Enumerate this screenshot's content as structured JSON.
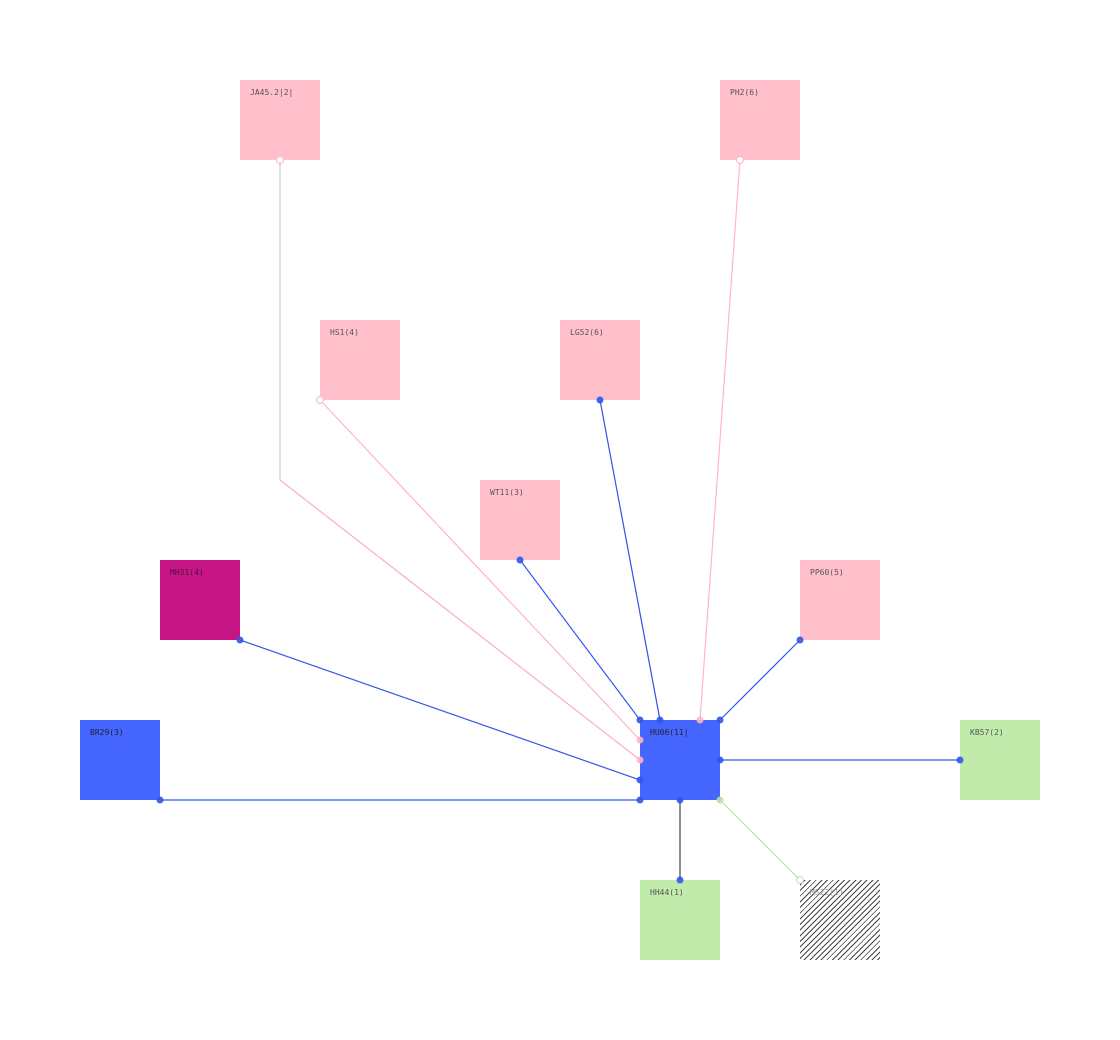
{
  "colors": {
    "pink": "#ffc0cb",
    "magenta": "#c71585",
    "blue": "#4466ff",
    "green": "#c1ebab",
    "edge_blue": "#3355ee",
    "edge_pink": "#ffb6c1",
    "edge_green": "#b4e6a0",
    "edge_gray": "#cccccc",
    "edge_dark": "#444444"
  },
  "nodes": [
    {
      "id": "ja45",
      "label": "JA45.2|2|",
      "color": "pink"
    },
    {
      "id": "ph2",
      "label": "PH2(6)",
      "color": "pink"
    },
    {
      "id": "hs1",
      "label": "HS1(4)",
      "color": "pink"
    },
    {
      "id": "lg52",
      "label": "LG52(6)",
      "color": "pink"
    },
    {
      "id": "wt11",
      "label": "WT11(3)",
      "color": "pink"
    },
    {
      "id": "mh31",
      "label": "MH31(4)",
      "color": "magenta"
    },
    {
      "id": "pp60",
      "label": "PP60(5)",
      "color": "pink"
    },
    {
      "id": "br29",
      "label": "BR29(3)",
      "color": "blue"
    },
    {
      "id": "hu06",
      "label": "HU06(11|",
      "color": "blue"
    },
    {
      "id": "kb57",
      "label": "KB57(2)",
      "color": "green"
    },
    {
      "id": "hh44",
      "label": "HH44(1)",
      "color": "green"
    },
    {
      "id": "ms22",
      "label": "MS22(1)",
      "color": "hatched"
    }
  ],
  "edges": [
    {
      "from": "ja45",
      "to": "hu06",
      "style": "pink"
    },
    {
      "from": "hs1",
      "to": "hu06",
      "style": "pink"
    },
    {
      "from": "lg52",
      "to": "hu06",
      "style": "blue"
    },
    {
      "from": "wt11",
      "to": "hu06",
      "style": "blue"
    },
    {
      "from": "ph2",
      "to": "hu06",
      "style": "pink"
    },
    {
      "from": "pp60",
      "to": "hu06",
      "style": "blue"
    },
    {
      "from": "mh31",
      "to": "hu06",
      "style": "blue"
    },
    {
      "from": "br29",
      "to": "hu06",
      "style": "blue"
    },
    {
      "from": "kb57",
      "to": "hu06",
      "style": "blue"
    },
    {
      "from": "hh44",
      "to": "hu06",
      "style": "dark"
    },
    {
      "from": "ms22",
      "to": "hu06",
      "style": "green"
    }
  ]
}
